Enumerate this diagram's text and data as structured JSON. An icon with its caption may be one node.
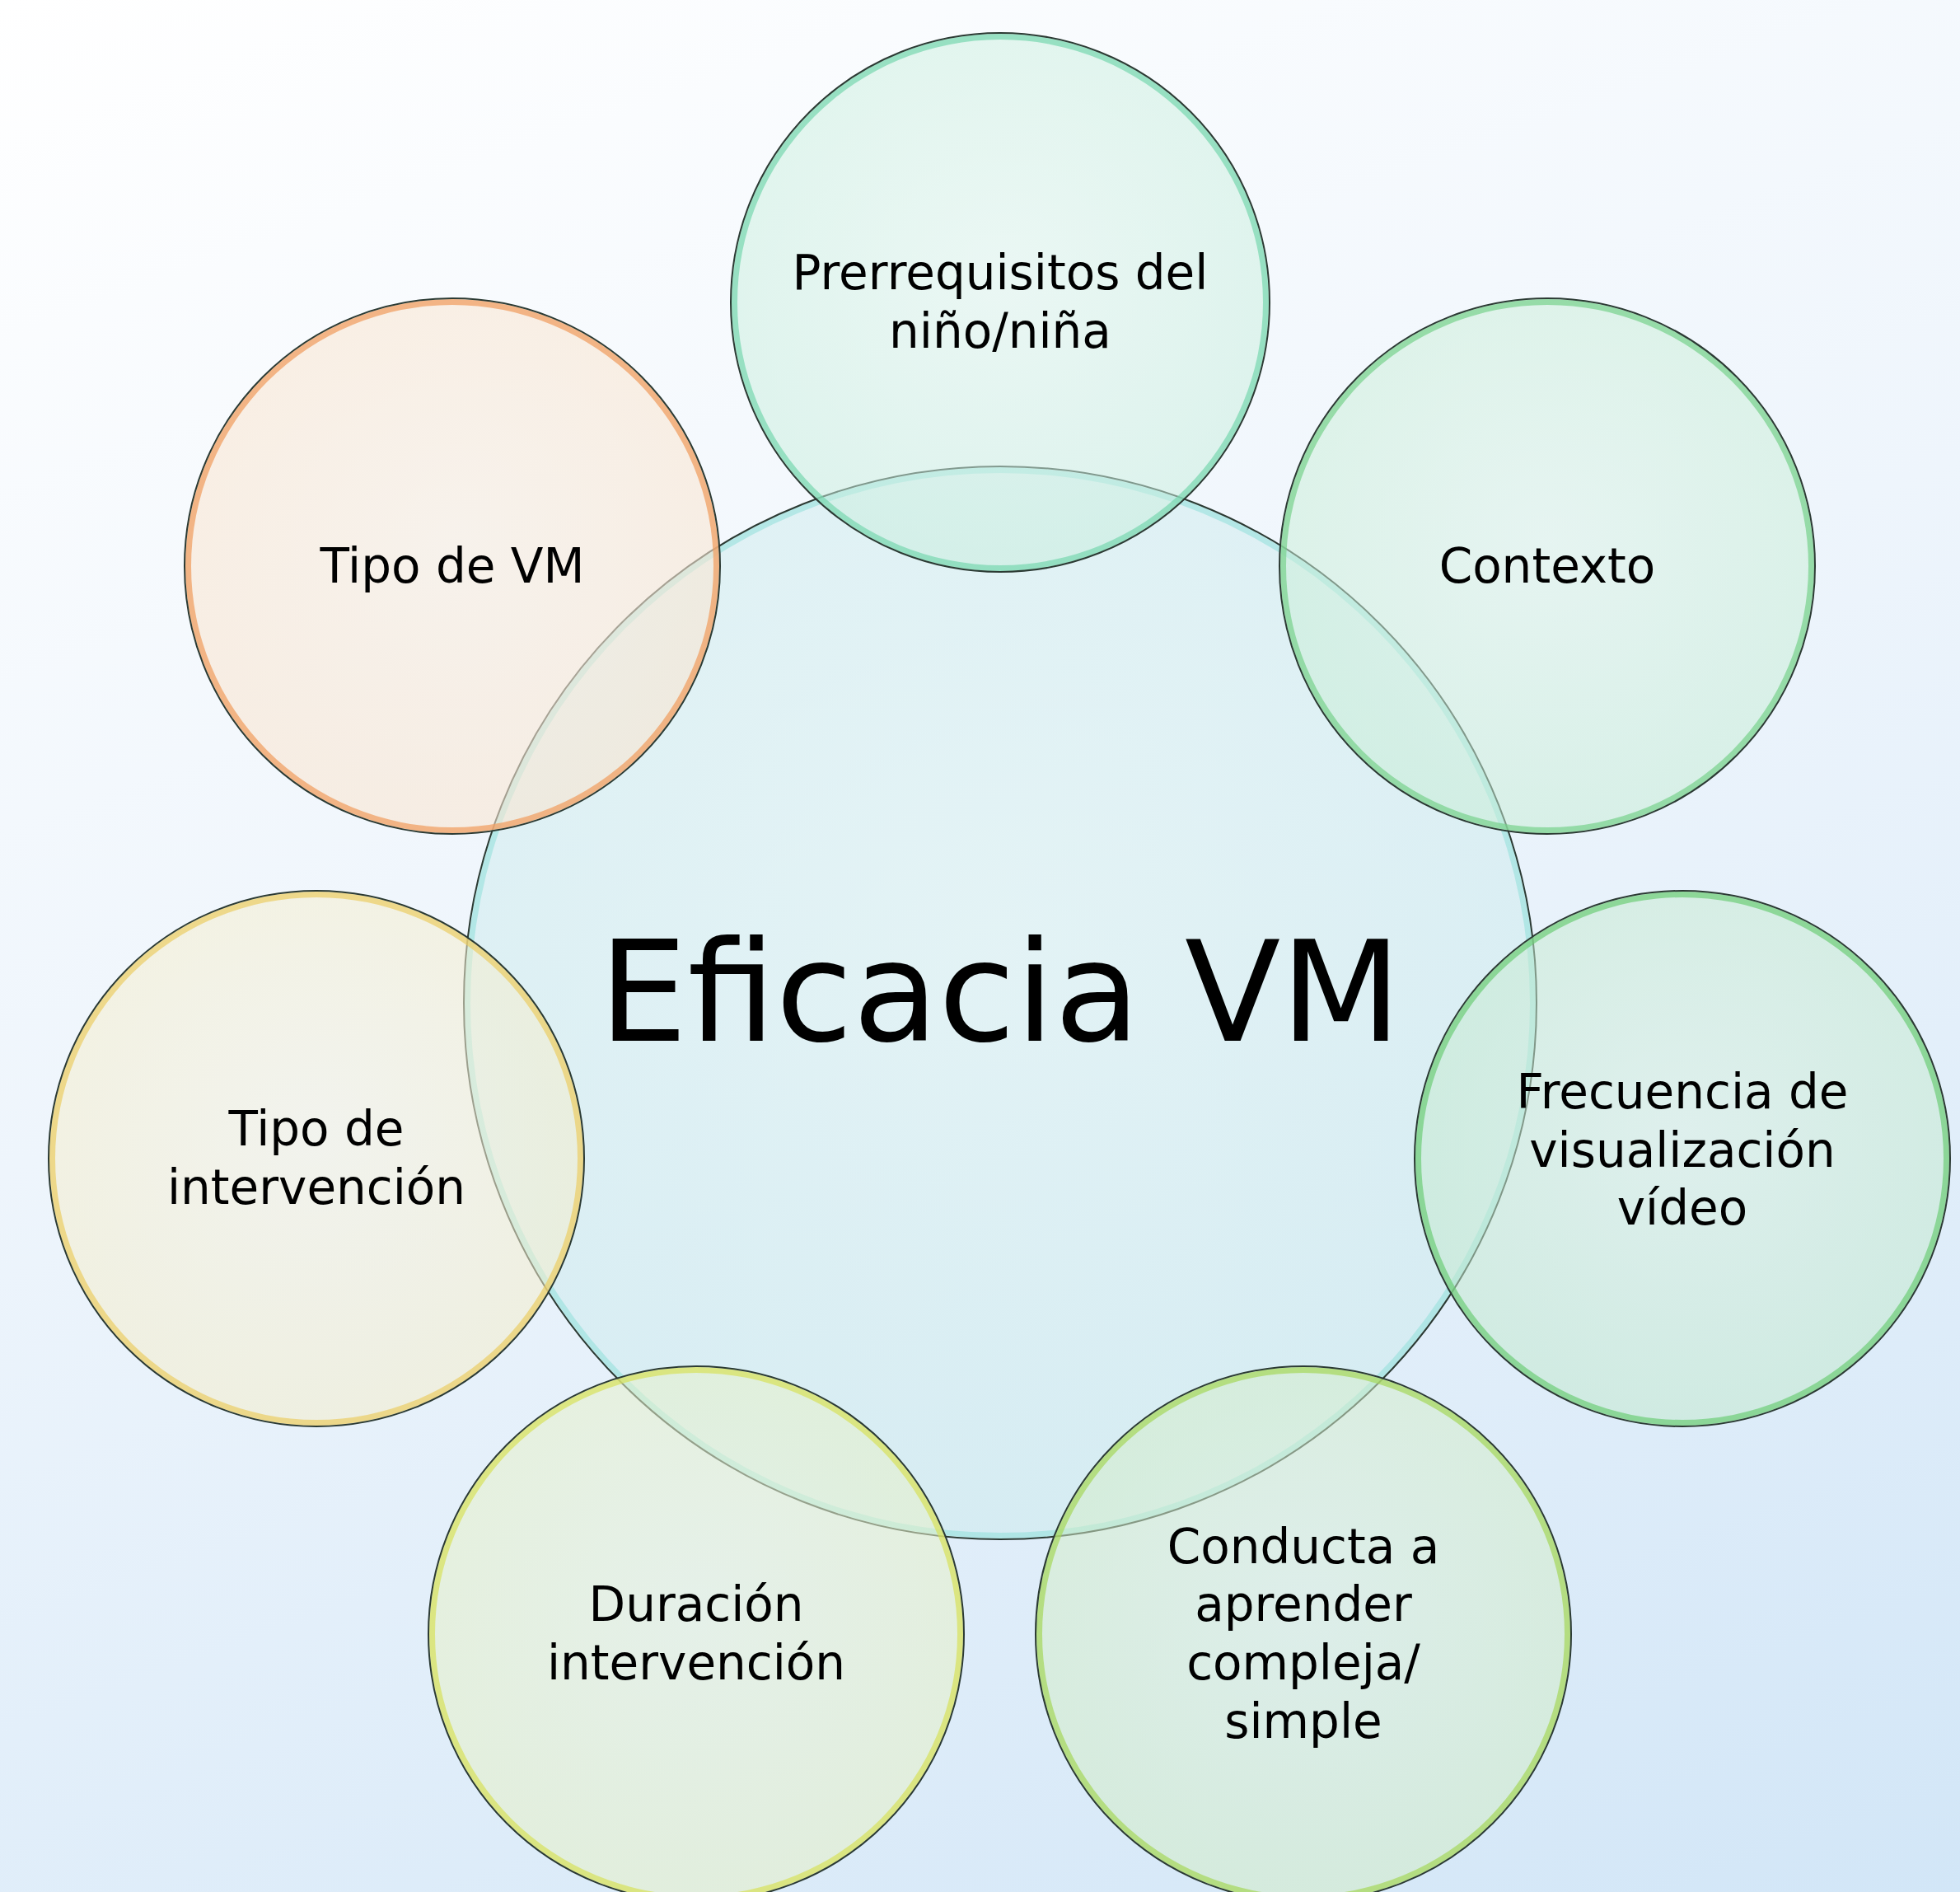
{
  "diagram": {
    "nodes": [
      {
        "text": [
          "Eficacia VM"
        ]
      },
      {
        "text": [
          "Prerrequisitos del niño/niña"
        ]
      },
      {
        "text": [
          "Contexto"
        ]
      },
      {
        "text": [
          "Frecuencia de visualización vídeo"
        ]
      },
      {
        "text": [
          "Conducta a aprender compleja/ simple"
        ]
      },
      {
        "text": [
          "Duración intervención"
        ]
      },
      {
        "text": [
          "Tipo de intervención"
        ]
      },
      {
        "text": [
          "Tipo de VM"
        ]
      }
    ]
  }
}
